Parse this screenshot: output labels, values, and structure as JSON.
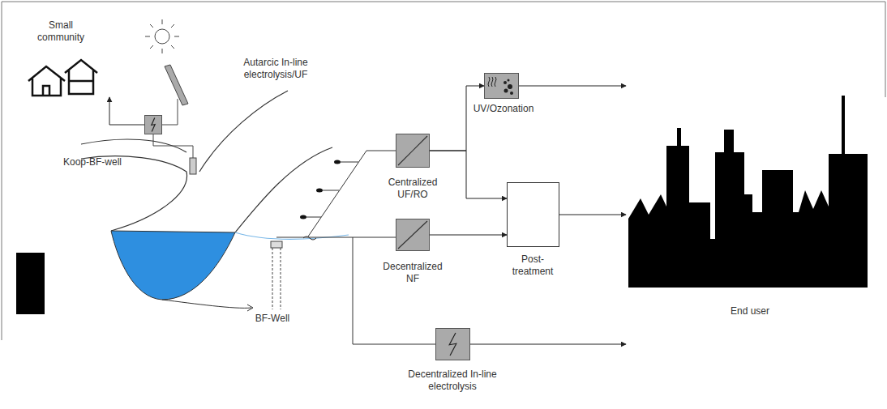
{
  "diagram": {
    "nodes": [
      {
        "text": [
          "Small community"
        ]
      },
      {
        "text": [
          "Autarcic In-line electrolysis/UF"
        ]
      },
      {
        "text": [
          "Centralized UF/RO"
        ]
      },
      {
        "text": [
          "UV/Ozonation"
        ]
      },
      {
        "text": [
          "Decentralized NF"
        ]
      },
      {
        "text": [
          "Post-treatment"
        ]
      },
      {
        "text": [
          "Decentralized In-line electrolysis"
        ]
      },
      {
        "text": [
          "End user"
        ]
      }
    ],
    "edges": [
      {
        "from": 1,
        "to": 0,
        "arrow": "to"
      },
      {
        "from": 2,
        "to": 3,
        "arrow": "to"
      },
      {
        "from": 2,
        "to": 5,
        "arrow": "to"
      },
      {
        "from": 3,
        "to": 7,
        "arrow": "to"
      },
      {
        "from": 4,
        "to": 5,
        "arrow": "to"
      },
      {
        "from": 5,
        "to": 7,
        "arrow": "to"
      },
      {
        "from": 6,
        "to": 7,
        "arrow": "to"
      }
    ],
    "labels": [
      "Koop-BF-well",
      "BF-Well"
    ]
  }
}
